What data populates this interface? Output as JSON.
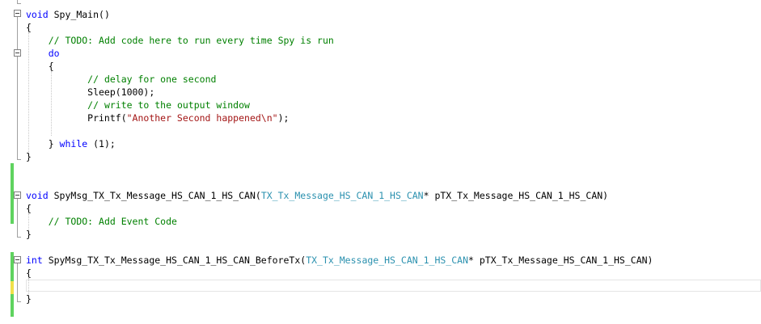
{
  "editor": {
    "colors": {
      "keyword": "#0000ff",
      "comment": "#008000",
      "string": "#a31515",
      "type": "#2b91af",
      "change_saved": "#5fd35f",
      "change_unsaved": "#f0e04a"
    },
    "lines": [
      {
        "tokens": [
          {
            "t": "",
            "c": ""
          }
        ]
      },
      {
        "tokens": [
          {
            "t": "void",
            "c": "kw"
          },
          {
            "t": " Spy_Main()",
            "c": ""
          }
        ]
      },
      {
        "tokens": [
          {
            "t": "{",
            "c": ""
          }
        ]
      },
      {
        "tokens": [
          {
            "t": "    ",
            "c": ""
          },
          {
            "t": "// TODO: Add code here to run every time Spy is run",
            "c": "cm"
          }
        ]
      },
      {
        "tokens": [
          {
            "t": "    ",
            "c": ""
          },
          {
            "t": "do",
            "c": "kw"
          }
        ]
      },
      {
        "tokens": [
          {
            "t": "    {",
            "c": ""
          }
        ]
      },
      {
        "tokens": [
          {
            "t": "           ",
            "c": ""
          },
          {
            "t": "// delay for one second",
            "c": "cm"
          }
        ]
      },
      {
        "tokens": [
          {
            "t": "           Sleep(1000);",
            "c": ""
          }
        ]
      },
      {
        "tokens": [
          {
            "t": "           ",
            "c": ""
          },
          {
            "t": "// write to the output window",
            "c": "cm"
          }
        ]
      },
      {
        "tokens": [
          {
            "t": "           Printf(",
            "c": ""
          },
          {
            "t": "\"Another Second happened\\n\"",
            "c": "str"
          },
          {
            "t": ");",
            "c": ""
          }
        ]
      },
      {
        "tokens": [
          {
            "t": "",
            "c": ""
          }
        ]
      },
      {
        "tokens": [
          {
            "t": "    } ",
            "c": ""
          },
          {
            "t": "while",
            "c": "kw"
          },
          {
            "t": " (1);",
            "c": ""
          }
        ]
      },
      {
        "tokens": [
          {
            "t": "}",
            "c": ""
          }
        ]
      },
      {
        "tokens": [
          {
            "t": "",
            "c": ""
          }
        ]
      },
      {
        "tokens": [
          {
            "t": "",
            "c": ""
          }
        ]
      },
      {
        "tokens": [
          {
            "t": "void",
            "c": "kw"
          },
          {
            "t": " SpyMsg_TX_Tx_Message_HS_CAN_1_HS_CAN(",
            "c": ""
          },
          {
            "t": "TX_Tx_Message_HS_CAN_1_HS_CAN",
            "c": "ty"
          },
          {
            "t": "* pTX_Tx_Message_HS_CAN_1_HS_CAN)",
            "c": ""
          }
        ]
      },
      {
        "tokens": [
          {
            "t": "{",
            "c": ""
          }
        ]
      },
      {
        "tokens": [
          {
            "t": "    ",
            "c": ""
          },
          {
            "t": "// TODO: Add Event Code",
            "c": "cm"
          }
        ]
      },
      {
        "tokens": [
          {
            "t": "}",
            "c": ""
          }
        ]
      },
      {
        "tokens": [
          {
            "t": "",
            "c": ""
          }
        ]
      },
      {
        "tokens": [
          {
            "t": "int",
            "c": "kw"
          },
          {
            "t": " SpyMsg_TX_Tx_Message_HS_CAN_1_HS_CAN_BeforeTx(",
            "c": ""
          },
          {
            "t": "TX_Tx_Message_HS_CAN_1_HS_CAN",
            "c": "ty"
          },
          {
            "t": "* pTX_Tx_Message_HS_CAN_1_HS_CAN)",
            "c": ""
          }
        ]
      },
      {
        "tokens": [
          {
            "t": "{",
            "c": ""
          }
        ]
      },
      {
        "tokens": [
          {
            "t": "",
            "c": ""
          }
        ]
      },
      {
        "tokens": [
          {
            "t": "}",
            "c": ""
          }
        ]
      }
    ]
  }
}
